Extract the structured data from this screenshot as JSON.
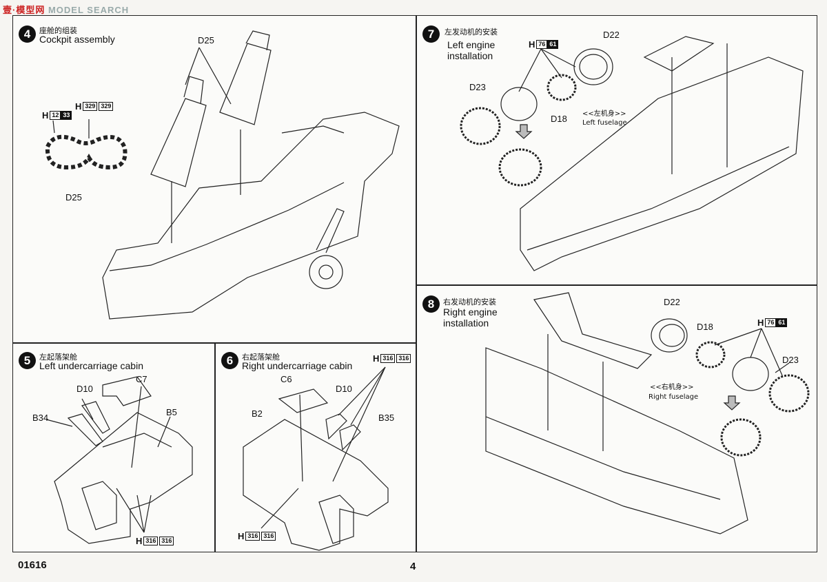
{
  "watermark": {
    "brand_cn": "壹·模型网",
    "search": "MODEL SEARCH"
  },
  "footer": {
    "code": "01616",
    "page": "4"
  },
  "step4": {
    "num": "4",
    "zh": "座舱的组装",
    "en": "Cockpit assembly",
    "parts": [
      "D25",
      "D25"
    ],
    "paint": [
      {
        "h": "H",
        "a": "12",
        "b": "33"
      },
      {
        "h": "H",
        "a": "329",
        "b": "329"
      }
    ]
  },
  "step5": {
    "num": "5",
    "zh": "左起落架舱",
    "en": "Left undercarriage cabin",
    "parts": [
      "D10",
      "C7",
      "B34",
      "B5"
    ],
    "paint": {
      "h": "H",
      "a": "316",
      "b": "316"
    }
  },
  "step6": {
    "num": "6",
    "zh": "右起落架舱",
    "en": "Right undercarriage cabin",
    "parts": [
      "C6",
      "D10",
      "B2",
      "B35"
    ],
    "paint_top": {
      "h": "H",
      "a": "316",
      "b": "316"
    },
    "paint_bottom": {
      "h": "H",
      "a": "316",
      "b": "316"
    }
  },
  "step7": {
    "num": "7",
    "zh": "左发动机的安装",
    "en_line1": "Left engine",
    "en_line2": "installation",
    "parts": [
      "D22",
      "D23",
      "D18"
    ],
    "paint": {
      "h": "H",
      "a": "76",
      "b": "61"
    },
    "fuselage_zh": "<<左机身>>",
    "fuselage_en": "Left fuselage"
  },
  "step8": {
    "num": "8",
    "zh": "右发动机的安装",
    "en_line1": "Right engine",
    "en_line2": "installation",
    "parts": [
      "D22",
      "D18",
      "D23"
    ],
    "paint": {
      "h": "H",
      "a": "76",
      "b": "61"
    },
    "fuselage_zh": "<<右机身>>",
    "fuselage_en": "Right fuselage"
  }
}
